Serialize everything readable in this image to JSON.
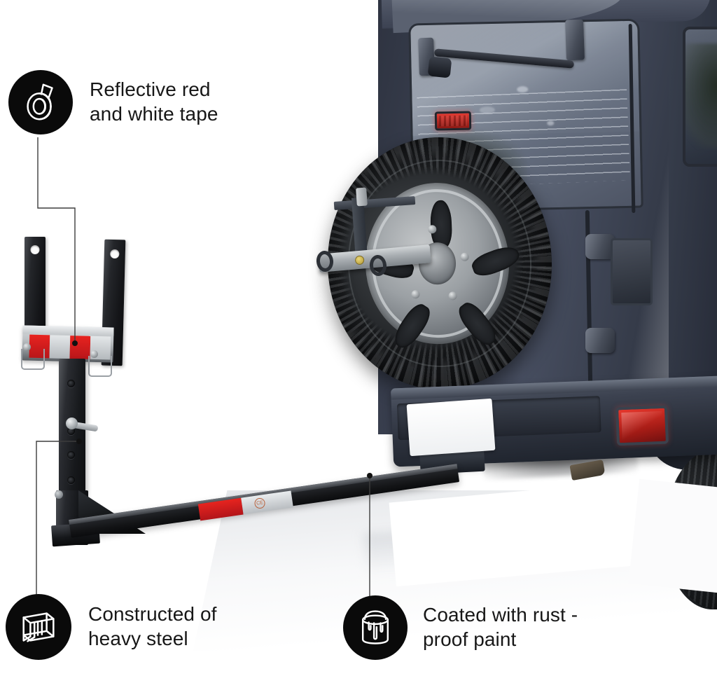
{
  "page": {
    "type": "product-feature-infographic",
    "background_color": "#ffffff",
    "text_color": "#171717",
    "badge_color": "#0a0a0a",
    "accent_red": "#e7241f",
    "accent_white_tape": "#e4e7e9"
  },
  "callouts": [
    {
      "id": "reflective-tape",
      "icon": "tape-roll-icon",
      "text": "Reflective red\nand white tape",
      "line1": "Reflective red",
      "line2": "and white tape",
      "position": "top-left"
    },
    {
      "id": "heavy-steel",
      "icon": "i-beam-icon",
      "text": "Constructed of\nheavy steel",
      "line1": "Constructed of",
      "line2": "heavy steel",
      "position": "bottom-left"
    },
    {
      "id": "rust-proof-paint",
      "icon": "paint-bucket-icon",
      "text": "Coated with rust -\nproof paint",
      "line1": "Coated with rust -",
      "line2": "proof paint",
      "position": "bottom-right"
    }
  ],
  "product": {
    "name": "hitch-mounted truck bed extender",
    "finish": "black rust-proof paint",
    "tape_segments": [
      "red",
      "white",
      "red",
      "white"
    ],
    "bar_tape_stamp": "CE"
  },
  "vehicle": {
    "name": "jeep-wrangler-rear",
    "body_color": "#3a4050",
    "parts": [
      "rear-window",
      "rear-wiper",
      "third-brake-light",
      "spare-tire",
      "alloy-wheel",
      "tire-mount-bracket",
      "rear-bumper",
      "bumper-reflector",
      "license-plate",
      "hitch-receiver",
      "exhaust-tip",
      "rear-wheel"
    ]
  }
}
